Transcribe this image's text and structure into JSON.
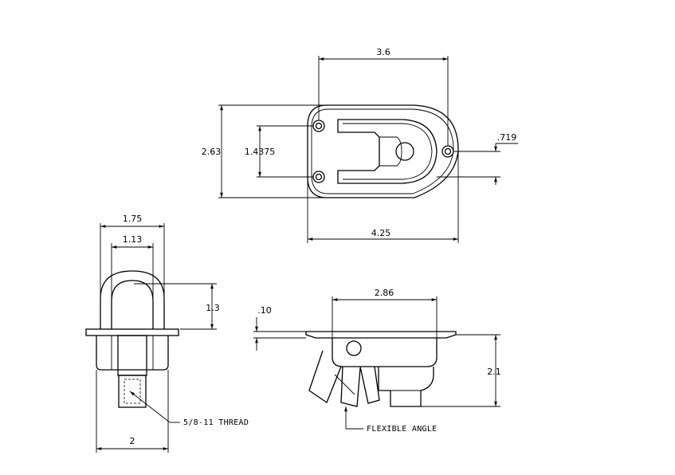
{
  "dimensions": {
    "top_overall_width": "4.25",
    "top_hole_spacing": "3.6",
    "top_height": "2.63",
    "top_hole_vertical": "1.4375",
    "top_offset": ".719",
    "front_outer_width": "1.75",
    "front_inner_width": "1.13",
    "front_loop_height": "1.3",
    "front_base_width": "2",
    "side_width": "2.86",
    "side_flange": ".10",
    "side_height": "2.1"
  },
  "notes": {
    "thread": "5/8-11 THREAD",
    "flexible_angle": "FLEXIBLE ANGLE"
  }
}
